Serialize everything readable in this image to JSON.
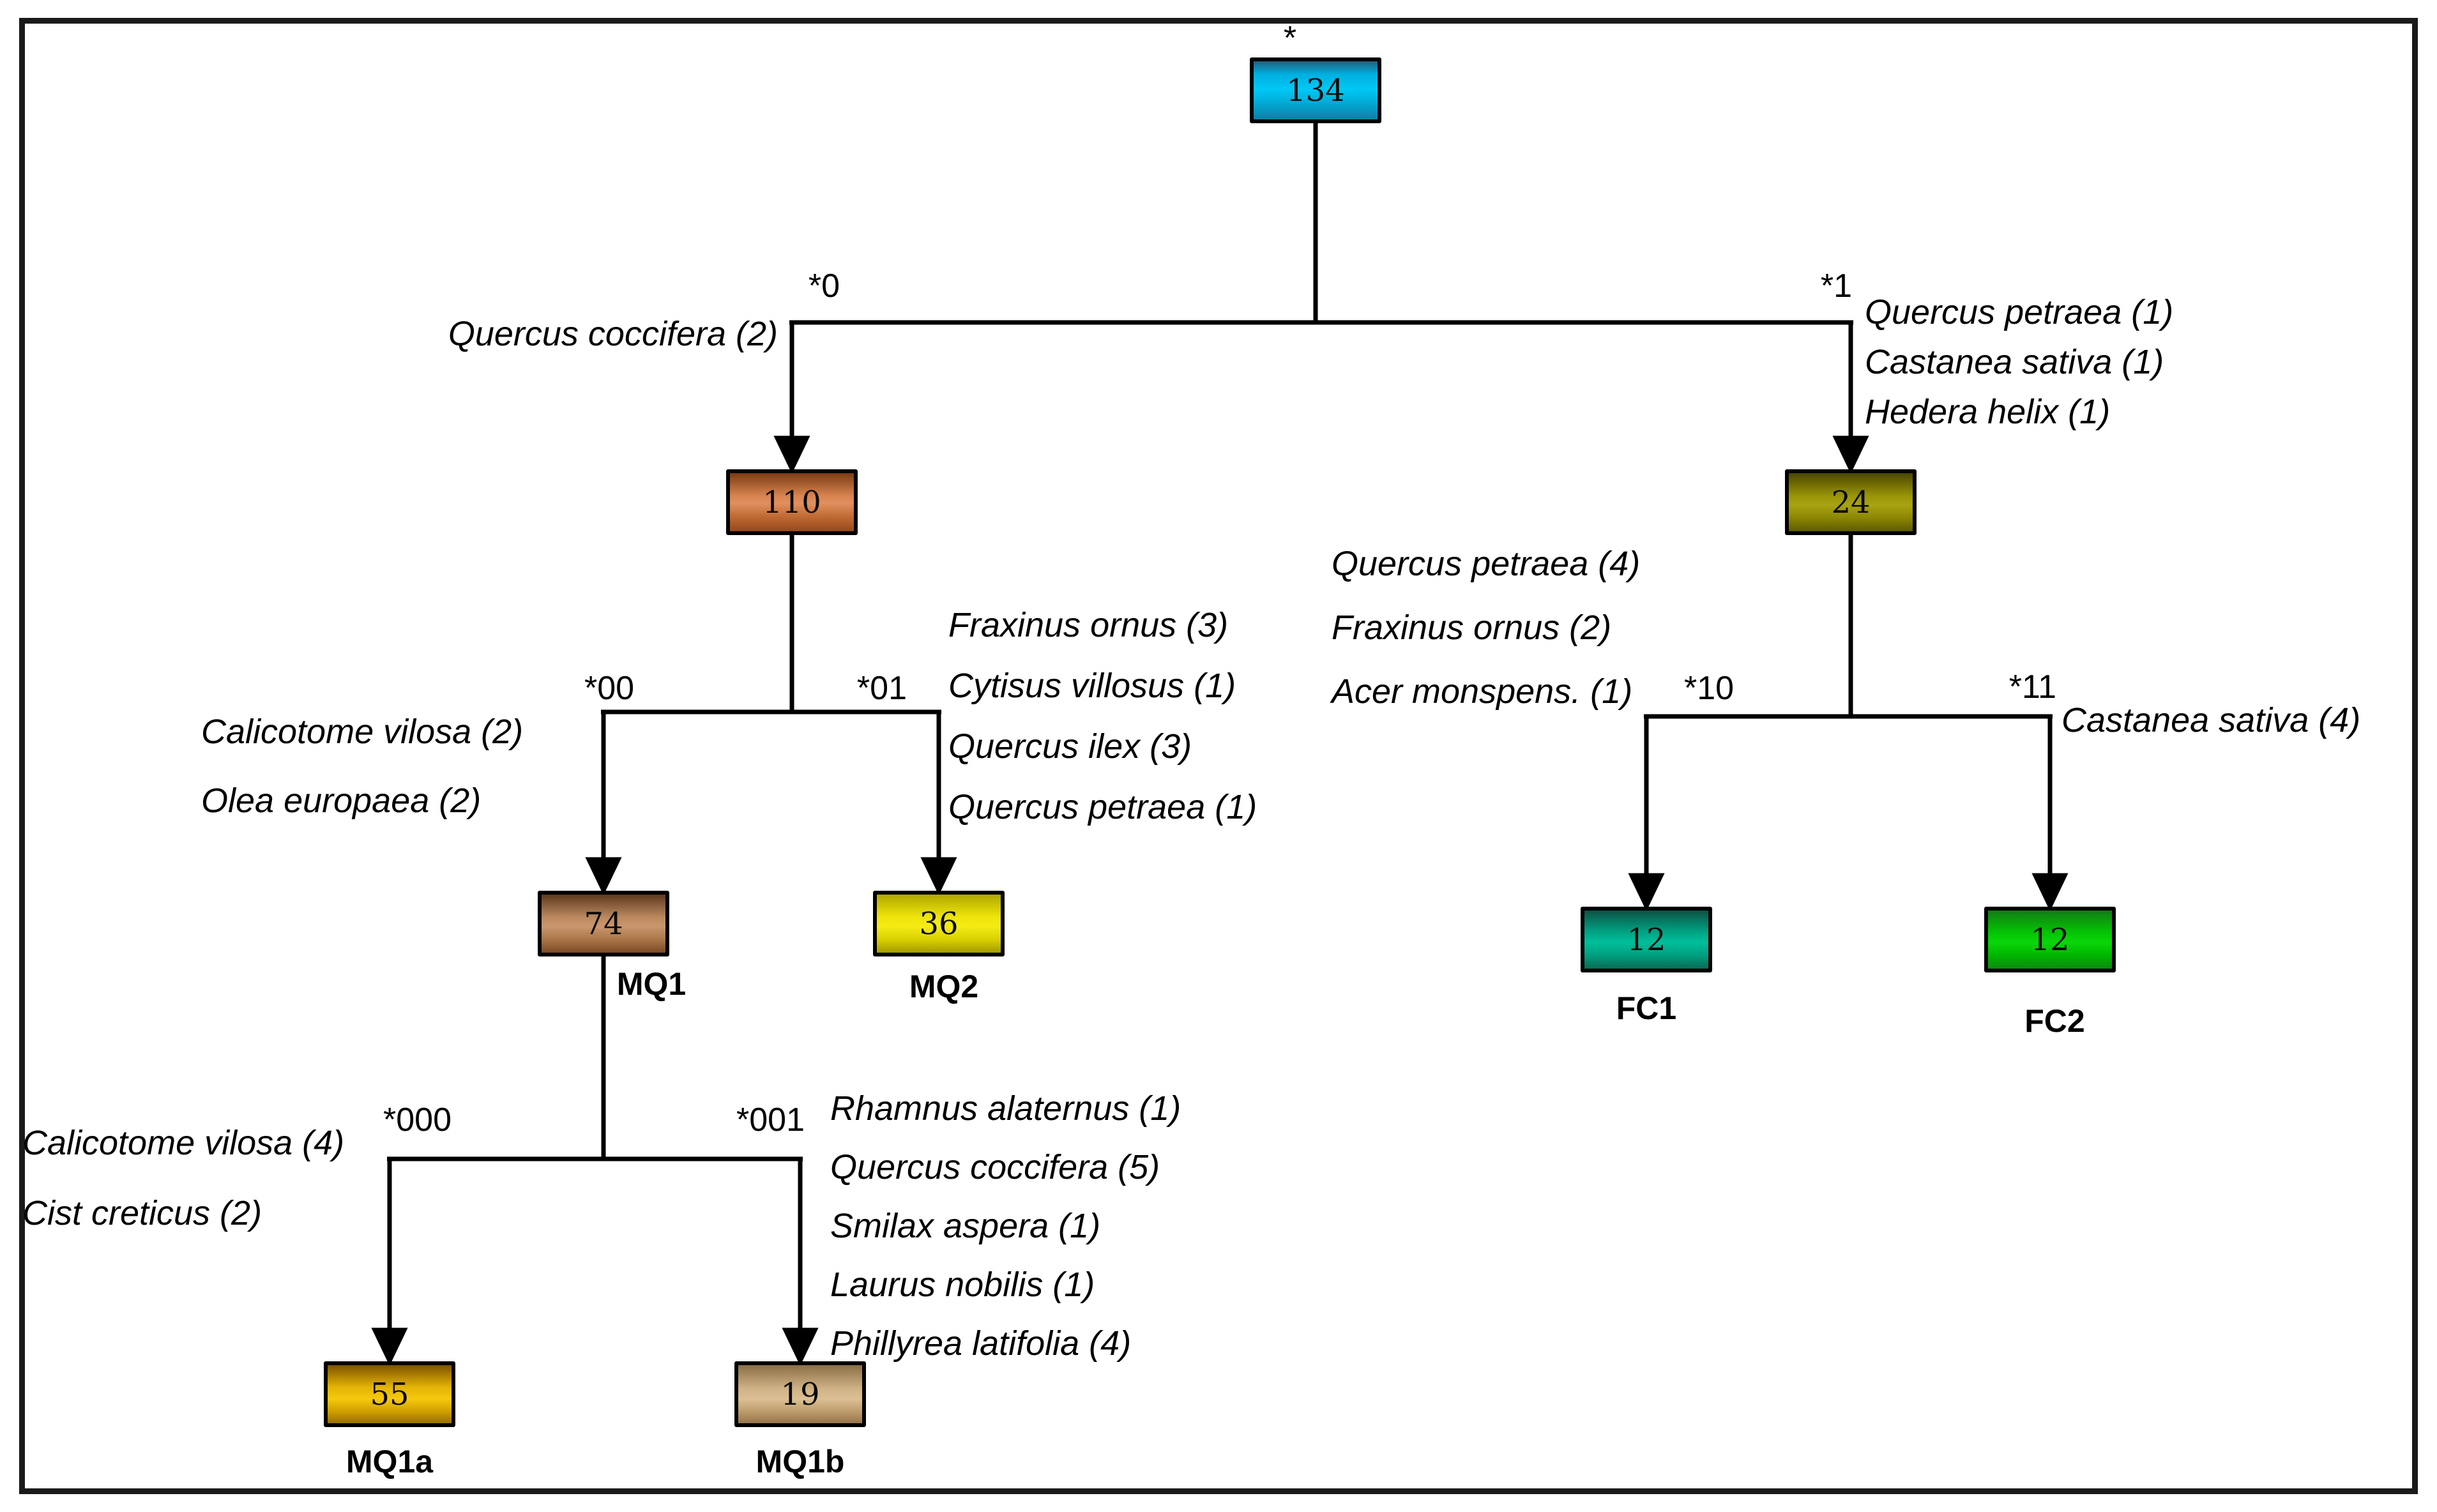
{
  "figure": {
    "root_marker": "*"
  },
  "nodes": {
    "root": {
      "branch": "*",
      "count": "134",
      "color": "#00c8f5"
    },
    "n0": {
      "branch": "*0",
      "count": "110",
      "color": "#d98551"
    },
    "n1": {
      "branch": "*1",
      "count": "24",
      "color": "#a8a312"
    },
    "n00": {
      "branch": "*00",
      "count": "74",
      "name": "MQ1",
      "color": "#c9966e"
    },
    "n01": {
      "branch": "*01",
      "count": "36",
      "name": "MQ2",
      "color": "#f4ec14"
    },
    "n000": {
      "branch": "*000",
      "count": "55",
      "name": "MQ1a",
      "color": "#f5c90e"
    },
    "n001": {
      "branch": "*001",
      "count": "19",
      "name": "MQ1b",
      "color": "#dcc094"
    },
    "n10": {
      "branch": "*10",
      "count": "12",
      "name": "FC1",
      "color": "#00bf9a"
    },
    "n11": {
      "branch": "*11",
      "count": "12",
      "name": "FC2",
      "color": "#0ad60a"
    }
  },
  "species": {
    "b0": [
      "Quercus coccifera (2)"
    ],
    "b1": [
      "Quercus petraea (1)",
      "Castanea sativa (1)",
      "Hedera helix (1)"
    ],
    "b00": [
      "Calicotome vilosa (2)",
      "Olea europaea (2)"
    ],
    "b01": [
      "Fraxinus ornus (3)",
      "Cytisus villosus (1)",
      "Quercus ilex (3)",
      "Quercus petraea (1)"
    ],
    "b000": [
      "Calicotome vilosa (4)",
      "Cist creticus (2)"
    ],
    "b001": [
      "Rhamnus alaternus (1)",
      "Quercus coccifera (5)",
      "Smilax aspera (1)",
      "Laurus nobilis (1)",
      "Phillyrea latifolia (4)"
    ],
    "b10": [
      "Quercus petraea (4)",
      "Fraxinus ornus (2)",
      "Acer monspens. (1)"
    ],
    "b11": [
      "Castanea sativa (4)"
    ]
  }
}
